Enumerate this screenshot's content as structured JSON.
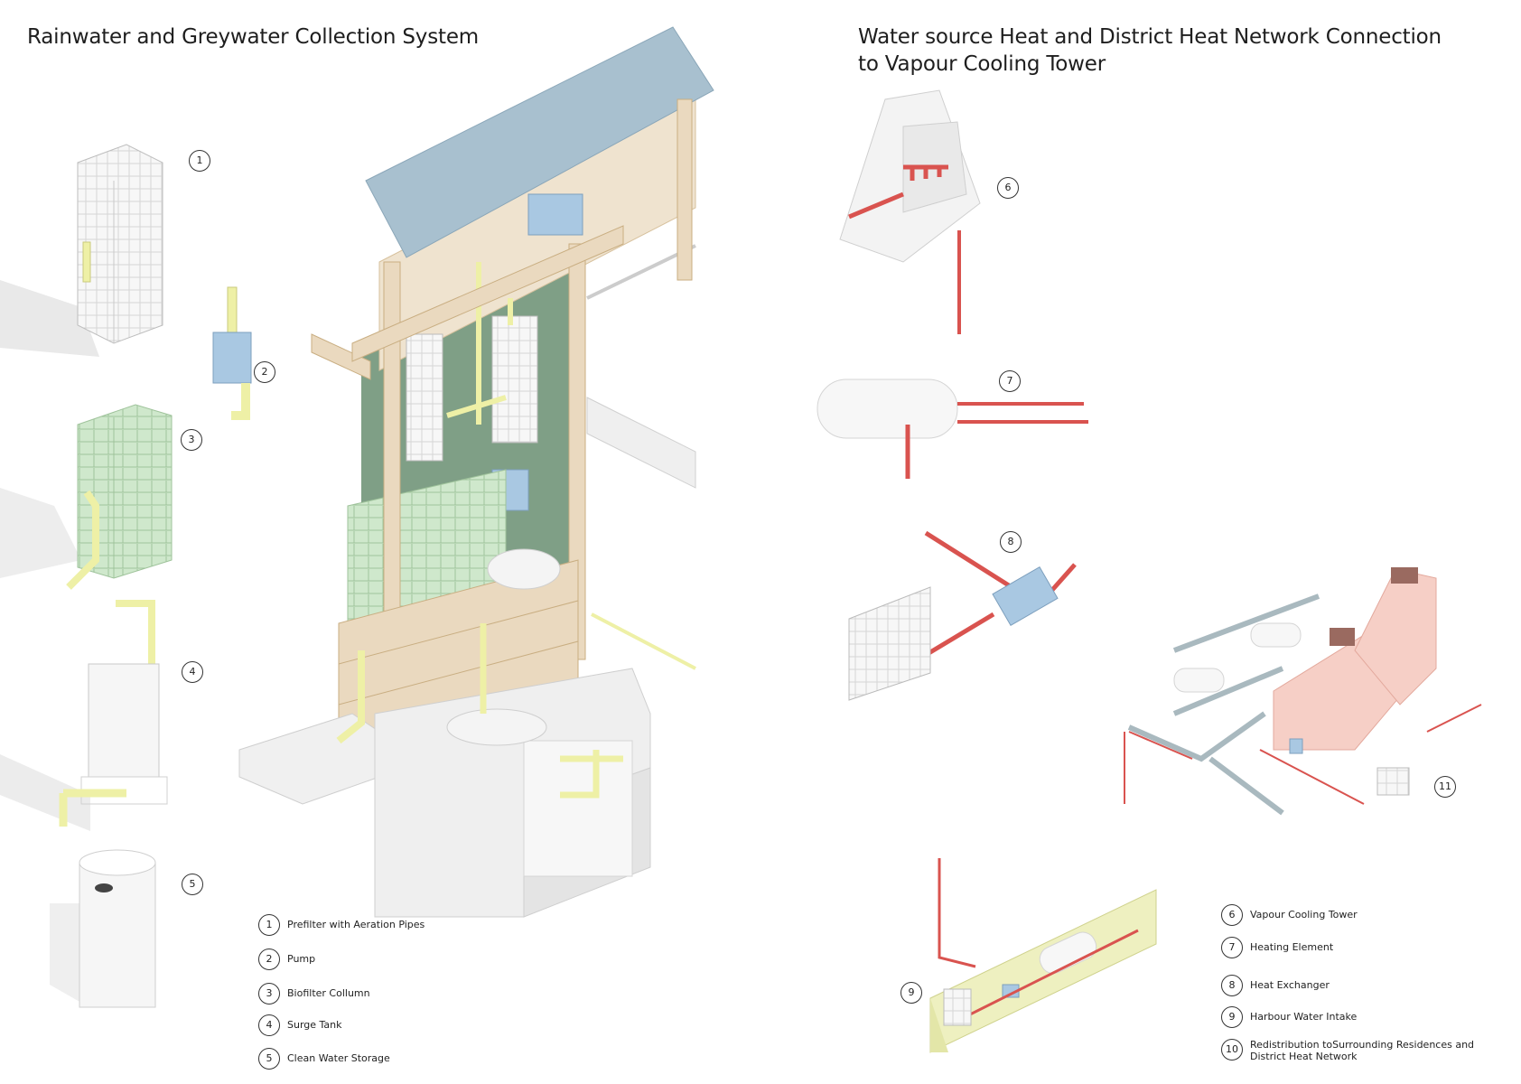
{
  "titles": {
    "left": "Rainwater and Greywater Collection System",
    "right_line1": "Water source Heat and District Heat Network Connection",
    "right_line2": "to Vapour Cooling Tower"
  },
  "callouts": [
    "1",
    "2",
    "3",
    "4",
    "5",
    "6",
    "7",
    "8",
    "9",
    "11"
  ],
  "legend_left": [
    {
      "n": "1",
      "label": "Prefilter with Aeration Pipes"
    },
    {
      "n": "2",
      "label": "Pump"
    },
    {
      "n": "3",
      "label": "Biofilter Collumn"
    },
    {
      "n": "4",
      "label": "Surge Tank"
    },
    {
      "n": "5",
      "label": "Clean Water Storage"
    }
  ],
  "legend_right": [
    {
      "n": "6",
      "label": "Vapour Cooling Tower"
    },
    {
      "n": "7",
      "label": "Heating Element"
    },
    {
      "n": "8",
      "label": "Heat Exchanger"
    },
    {
      "n": "9",
      "label": "Harbour Water Intake"
    },
    {
      "n": "10",
      "label": "Redistribution toSurrounding Residences and District Heat Network"
    }
  ],
  "colors": {
    "pipe_yellow": "#eef0a6",
    "pipe_red": "#d9534f",
    "pump_blue": "#a9c8e2",
    "biofilter_green": "#cfe8cc",
    "timber": "#ead9bf",
    "roof": "#a8c0cf",
    "tower_pink": "#f6cfc6",
    "green_wall": "#7f9f86"
  }
}
